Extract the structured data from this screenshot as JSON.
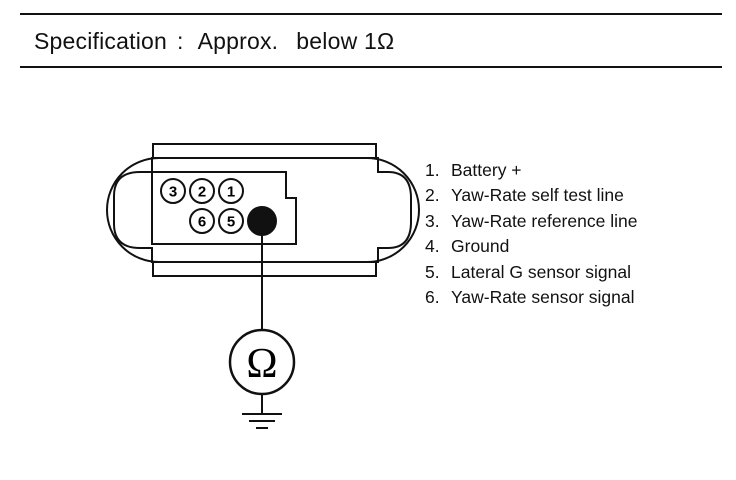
{
  "spec": {
    "label": "Specification",
    "separator": ":",
    "approx": "Approx.",
    "value": "below 1Ω"
  },
  "connector": {
    "pins": [
      "3",
      "2",
      "1",
      "6",
      "5"
    ],
    "filled_pin_color": "#111111"
  },
  "meter": {
    "symbol": "Ω"
  },
  "legend": {
    "items": [
      {
        "num": "1.",
        "text": "Battery +"
      },
      {
        "num": "2.",
        "text": "Yaw-Rate self test line"
      },
      {
        "num": "3.",
        "text": "Yaw-Rate reference line"
      },
      {
        "num": "4.",
        "text": "Ground"
      },
      {
        "num": "5.",
        "text": "Lateral G sensor signal"
      },
      {
        "num": "6.",
        "text": "Yaw-Rate sensor signal"
      }
    ]
  }
}
